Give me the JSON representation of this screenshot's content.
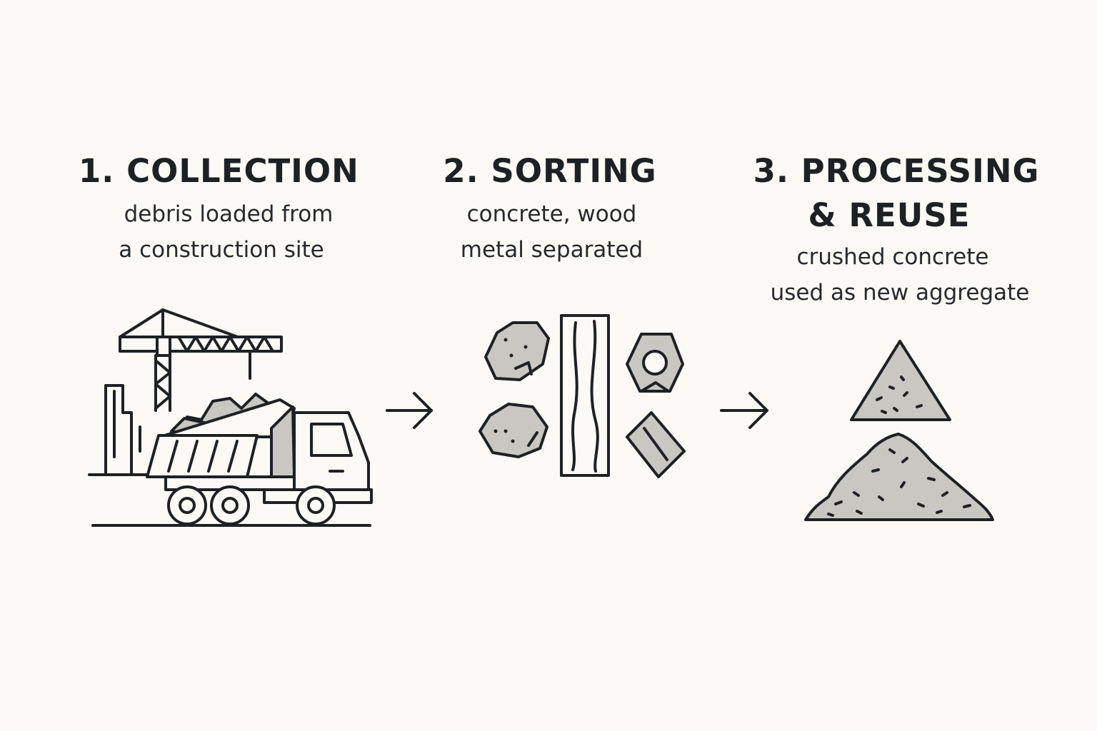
{
  "steps": [
    {
      "title": "1. COLLECTION",
      "description": [
        "debris loaded from",
        "a construction site"
      ],
      "icon": "dump-truck-crane-icon"
    },
    {
      "title": "2. SORTING",
      "description": [
        "concrete, wood",
        "metal separated"
      ],
      "icon": "sorted-materials-icon"
    },
    {
      "title_lines": [
        "3. PROCESSING",
        "& REUSE"
      ],
      "description": [
        "crushed concrete",
        "used as new aggregate"
      ],
      "icon": "aggregate-pile-icon"
    }
  ],
  "connectors": [
    "arrow-right-icon",
    "arrow-right-icon"
  ],
  "colors": {
    "background": "#fcfaf6",
    "ink": "#1e2124",
    "fill": "#c9c7c2"
  }
}
